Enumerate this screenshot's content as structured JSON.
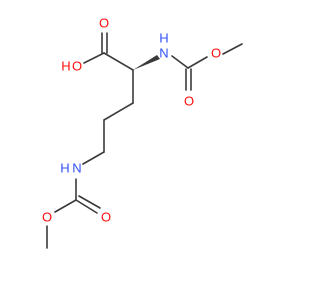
{
  "molecule": {
    "atoms": {
      "o_acid_oh": "O",
      "h_acid": "H",
      "o_acid_carbonyl": "O",
      "n_alpha": "N",
      "h_alpha": "H",
      "o_carbamate1_ester": "O",
      "o_carbamate1_carbonyl": "O",
      "n_delta": "N",
      "h_delta": "H",
      "o_carbamate2_carbonyl": "O",
      "o_carbamate2_ester": "O"
    },
    "colors": {
      "bond": "#3a3a3a",
      "oxygen": "#ff0d0d",
      "nitrogen": "#3050f8"
    }
  }
}
